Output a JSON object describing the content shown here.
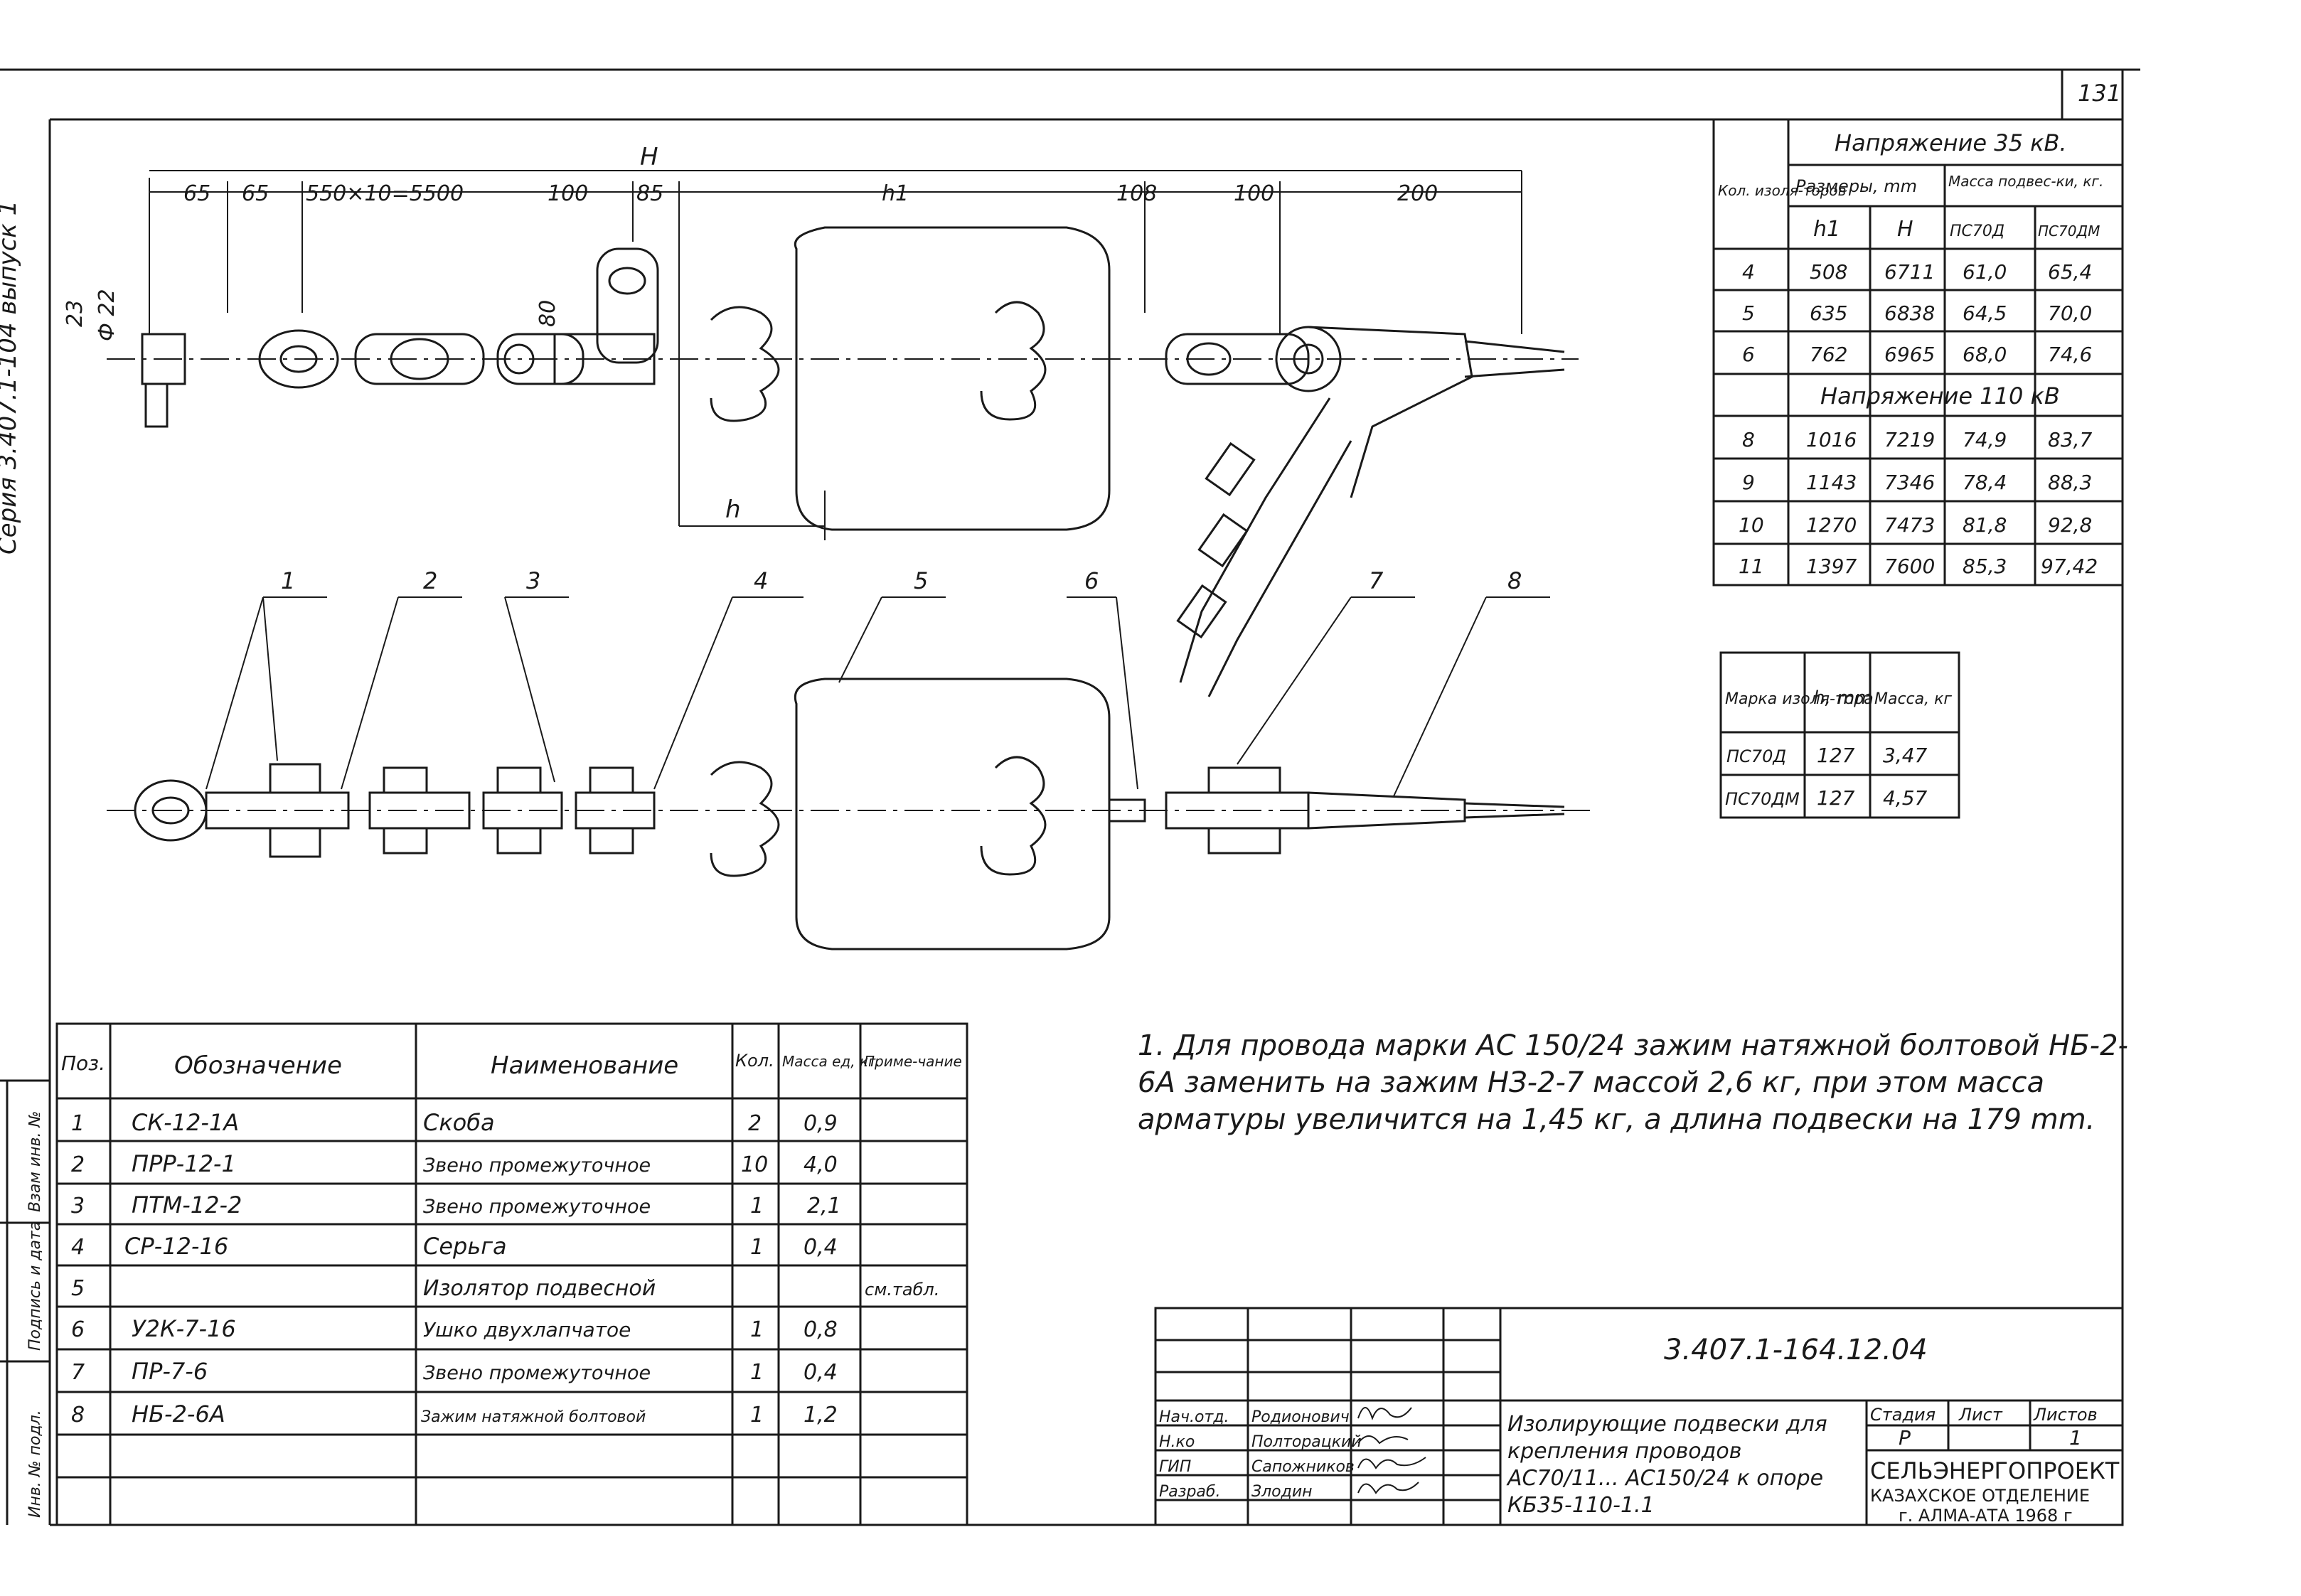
{
  "sheet": {
    "page_number": "131",
    "series_label": "Серия 3.407.1-104 выпуск 1",
    "left_strip": [
      "Инв. № подл.",
      "Подпись и дата",
      "Взам инв. №"
    ]
  },
  "drawing": {
    "top_dims": [
      "H",
      "65",
      "65",
      "550×10=5500",
      "100",
      "85",
      "h1",
      "108",
      "100",
      "200"
    ],
    "side_dims": [
      "23",
      "Ф 22",
      "80"
    ],
    "lower_dim": "h",
    "callouts": [
      "1",
      "2",
      "3",
      "4",
      "5",
      "6",
      "7",
      "8"
    ]
  },
  "voltage_table": {
    "col_count_header": "Кол. изоля-торов",
    "v35_header": "Напряжение 35 кВ.",
    "sizes_header": "Размеры, mm",
    "mass_header": "Масса подвес-ки, кг.",
    "sub_h1": "h1",
    "sub_H": "H",
    "sub_ps70d": "ПС70Д",
    "sub_ps70dm": "ПС70ДМ",
    "rows_35": [
      [
        "4",
        "508",
        "6711",
        "61,0",
        "65,4"
      ],
      [
        "5",
        "635",
        "6838",
        "64,5",
        "70,0"
      ],
      [
        "6",
        "762",
        "6965",
        "68,0",
        "74,6"
      ]
    ],
    "v110_header": "Напряжение 110 кВ",
    "rows_110": [
      [
        "8",
        "1016",
        "7219",
        "74,9",
        "83,7"
      ],
      [
        "9",
        "1143",
        "7346",
        "78,4",
        "88,3"
      ],
      [
        "10",
        "1270",
        "7473",
        "81,8",
        "92,8"
      ],
      [
        "11",
        "1397",
        "7600",
        "85,3",
        "97,42"
      ]
    ]
  },
  "insulator_table": {
    "headers": [
      "Марка изоля-тора",
      "h, mm",
      "Масса, кг"
    ],
    "rows": [
      [
        "ПС70Д",
        "127",
        "3,47"
      ],
      [
        "ПС70ДМ",
        "127",
        "4,57"
      ]
    ]
  },
  "parts_table": {
    "headers": [
      "Поз.",
      "Обозначение",
      "Наименование",
      "Кол.",
      "Масса ед, кг.",
      "Приме-чание"
    ],
    "rows": [
      [
        "1",
        "СК-12-1А",
        "Скоба",
        "2",
        "0,9",
        ""
      ],
      [
        "2",
        "ПРР-12-1",
        "Звено промежуточное",
        "10",
        "4,0",
        ""
      ],
      [
        "3",
        "ПТМ-12-2",
        "Звено промежуточное",
        "1",
        "2,1",
        ""
      ],
      [
        "4",
        "СР-12-16",
        "Серьга",
        "1",
        "0,4",
        ""
      ],
      [
        "5",
        "",
        "Изолятор подвесной",
        "",
        "",
        "см.табл."
      ],
      [
        "6",
        "У2К-7-16",
        "Ушко двухлапчатое",
        "1",
        "0,8",
        ""
      ],
      [
        "7",
        "ПР-7-6",
        "Звено промежуточное",
        "1",
        "0,4",
        ""
      ],
      [
        "8",
        "НБ-2-6А",
        "Зажим натяжной болтовой",
        "1",
        "1,2",
        ""
      ]
    ]
  },
  "note": "1. Для провода марки АС 150/24 зажим натяжной болтовой НБ-2-6А заменить на зажим НЗ-2-7 массой 2,6 кг, при этом масса арматуры увеличится на 1,45 кг, а длина подвески на 179 mm.",
  "title_block": {
    "code": "3.407.1-164.12.04",
    "roles": [
      "Нач.отд.",
      "Н.ко",
      "ГИП",
      "Разраб."
    ],
    "names": [
      "Родионович",
      "Полторацкий",
      "Сапожников",
      "Злодин"
    ],
    "title": "Изолирующие подвески для крепления проводов АС70/11... АС150/24 к опоре КБ35-110-1.1",
    "stage_label": "Стадия",
    "sheet_label": "Лист",
    "sheets_label": "Листов",
    "stage": "Р",
    "sheets": "1",
    "org_name": "СЕЛЬЭНЕРГОПРОЕКТ",
    "org_branch": "КАЗАХСКОЕ ОТДЕЛЕНИЕ",
    "org_city": "г. АЛМА-АТА 1968 г"
  }
}
